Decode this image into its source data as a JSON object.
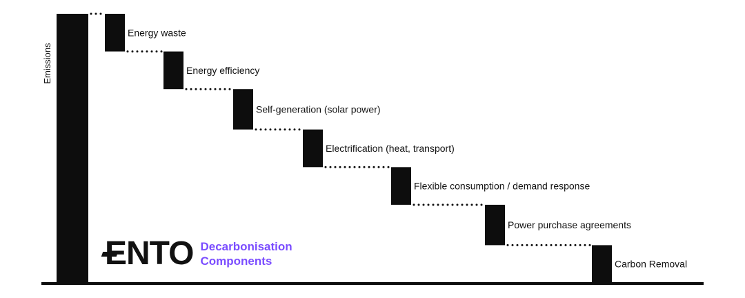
{
  "chart_data": {
    "type": "bar",
    "subtype": "waterfall",
    "ylabel": "Emissions",
    "title": "",
    "xlabel": "",
    "y_range": [
      0,
      1
    ],
    "total": {
      "start": 1.0
    },
    "steps": [
      {
        "label": "Energy waste",
        "delta": -0.14
      },
      {
        "label": "Energy efficiency",
        "delta": -0.14
      },
      {
        "label": "Self-generation (solar power)",
        "delta": -0.15
      },
      {
        "label": "Electrification (heat, transport)",
        "delta": -0.14
      },
      {
        "label": "Flexible consumption / demand response",
        "delta": -0.14
      },
      {
        "label": "Power purchase agreements",
        "delta": -0.15
      },
      {
        "label": "Carbon Removal",
        "delta": -0.14
      }
    ],
    "bar_color": "#0d0d0d",
    "connector_style": "dotted"
  },
  "brand": {
    "logo_text": "ENTO",
    "tagline_line1": "Decarbonisation",
    "tagline_line2": "Components",
    "tagline_color": "#7b4dff"
  }
}
